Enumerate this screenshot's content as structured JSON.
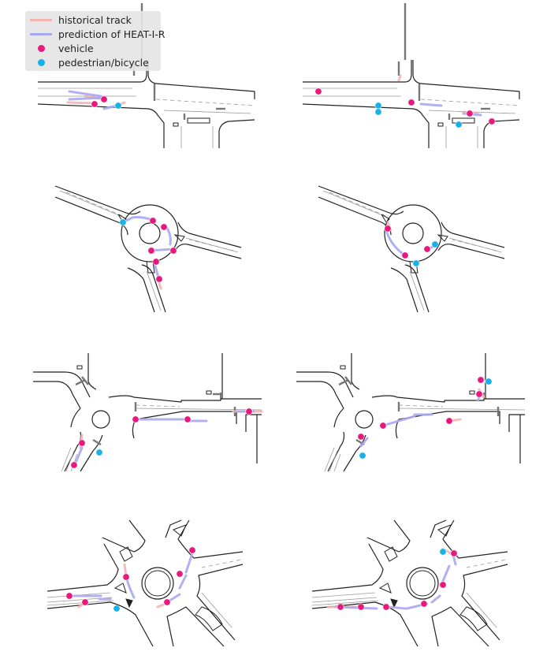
{
  "legend": {
    "items": [
      {
        "label": "historical track",
        "kind": "line",
        "color": "#f4b4b0"
      },
      {
        "label": "prediction of HEAT-I-R",
        "kind": "line",
        "color": "#a8a8f0"
      },
      {
        "label": "vehicle",
        "kind": "dot",
        "color": "#e8197d"
      },
      {
        "label": "pedestrian/bicycle",
        "kind": "dot",
        "color": "#1ab0e8"
      }
    ]
  },
  "colors": {
    "road": "#222222",
    "stopline": "#777777",
    "lane": "#999999",
    "history": "#f4b4b0",
    "prediction": "#a8a8f0",
    "vehicle": "#e8197d",
    "pedestrian": "#1ab0e8"
  },
  "panels": [
    {
      "id": "row1-left",
      "map": "intersection",
      "agent_types": [
        "vehicle",
        "vehicle",
        "pedestrian"
      ]
    },
    {
      "id": "row1-right",
      "map": "intersection",
      "agent_types": [
        "vehicle",
        "vehicle",
        "vehicle",
        "pedestrian",
        "pedestrian",
        "pedestrian",
        "vehicle"
      ]
    },
    {
      "id": "row2-left",
      "map": "small-roundabout",
      "agent_types": [
        "vehicle",
        "pedestrian",
        "vehicle",
        "vehicle",
        "vehicle",
        "vehicle",
        "vehicle"
      ]
    },
    {
      "id": "row2-right",
      "map": "small-roundabout",
      "agent_types": [
        "vehicle",
        "vehicle",
        "vehicle",
        "pedestrian",
        "pedestrian"
      ]
    },
    {
      "id": "row3-left",
      "map": "roundabout-branch",
      "agent_types": [
        "vehicle",
        "vehicle",
        "vehicle",
        "vehicle",
        "vehicle",
        "pedestrian"
      ]
    },
    {
      "id": "row3-right",
      "map": "roundabout-branch",
      "agent_types": [
        "vehicle",
        "vehicle",
        "vehicle",
        "vehicle",
        "vehicle",
        "pedestrian",
        "pedestrian"
      ]
    },
    {
      "id": "row4-left",
      "map": "large-roundabout",
      "agent_types": [
        "vehicle",
        "vehicle",
        "vehicle",
        "vehicle",
        "vehicle",
        "vehicle",
        "pedestrian"
      ]
    },
    {
      "id": "row4-right",
      "map": "large-roundabout",
      "agent_types": [
        "vehicle",
        "vehicle",
        "vehicle",
        "vehicle",
        "vehicle",
        "vehicle",
        "pedestrian"
      ]
    }
  ]
}
